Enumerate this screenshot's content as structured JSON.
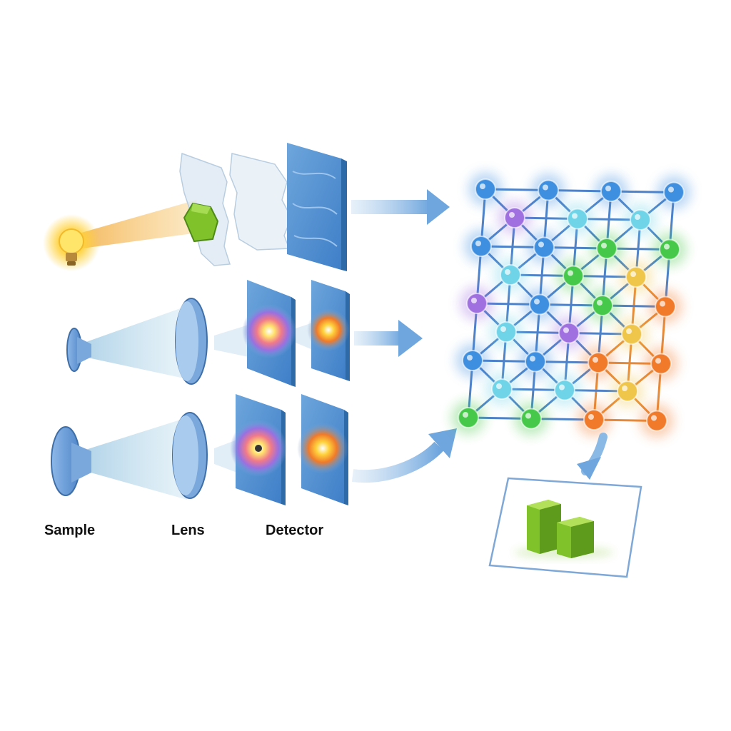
{
  "labels": {
    "sample": "Sample",
    "lens": "Lens",
    "detector": "Detector"
  },
  "colors": {
    "panel_blue": "#6ea6dc",
    "arrow_blue": "#7fb0e0",
    "bulb_yellow": "#ffd23c",
    "beam_orange": "#f2a93b",
    "crystal_green": "#7fc22a",
    "node_blue": "#3f8fe0",
    "node_purple": "#a070e0",
    "node_green": "#46c94a",
    "node_orange": "#f07a2a",
    "node_cyan": "#6fd4e8",
    "node_yellow": "#f0c64a",
    "lattice_line": "#4f82c8",
    "lattice_line_orange": "#e58a3a"
  },
  "icons": {
    "light_source": "light-bulb-icon",
    "sample_crystal": "crystal-icon",
    "result_crystal": "crystal-block-icon"
  },
  "lattice": {
    "rows": [
      [
        "blue",
        "blue",
        "blue",
        "blue"
      ],
      [
        "purple",
        "cyan",
        "cyan"
      ],
      [
        "blue",
        "blue",
        "green",
        "green"
      ],
      [
        "cyan",
        "green",
        "yellow"
      ],
      [
        "purple",
        "blue",
        "green",
        "orange"
      ],
      [
        "cyan",
        "purple",
        "yellow"
      ],
      [
        "blue",
        "blue",
        "orange",
        "orange"
      ],
      [
        "cyan",
        "cyan",
        "yellow"
      ],
      [
        "green",
        "green",
        "orange",
        "orange"
      ]
    ]
  }
}
